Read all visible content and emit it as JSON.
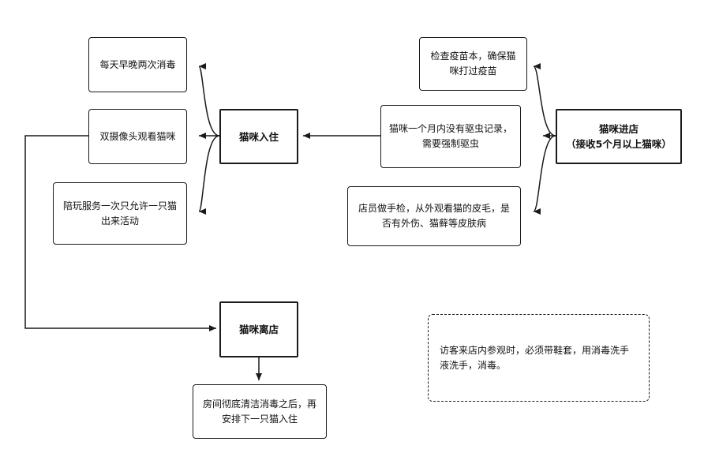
{
  "nodes": {
    "checkin": {
      "title": "猫咪进店",
      "subtitle": "（接收5个月以上猫咪）"
    },
    "vaccine": "检查疫苗本，确保猫咪打过疫苗",
    "deworm": "猫咪一个月内没有驱虫记录，需要强制驱虫",
    "health": "店员做手检，从外观看猫的皮毛，是否有外伤、猫藓等皮肤病",
    "stay": "猫咪入住",
    "disinfect": "每天早晚两次消毒",
    "camera": "双摄像头观看猫咪",
    "play": "陪玩服务一次只允许一只猫出来活动",
    "leave": "猫咪离店",
    "clean": "房间彻底清洁消毒之后，再安排下一只猫入住",
    "visitor_note": "访客来店内参观时，必须带鞋套，用消毒洗手液洗手，消毒。"
  }
}
